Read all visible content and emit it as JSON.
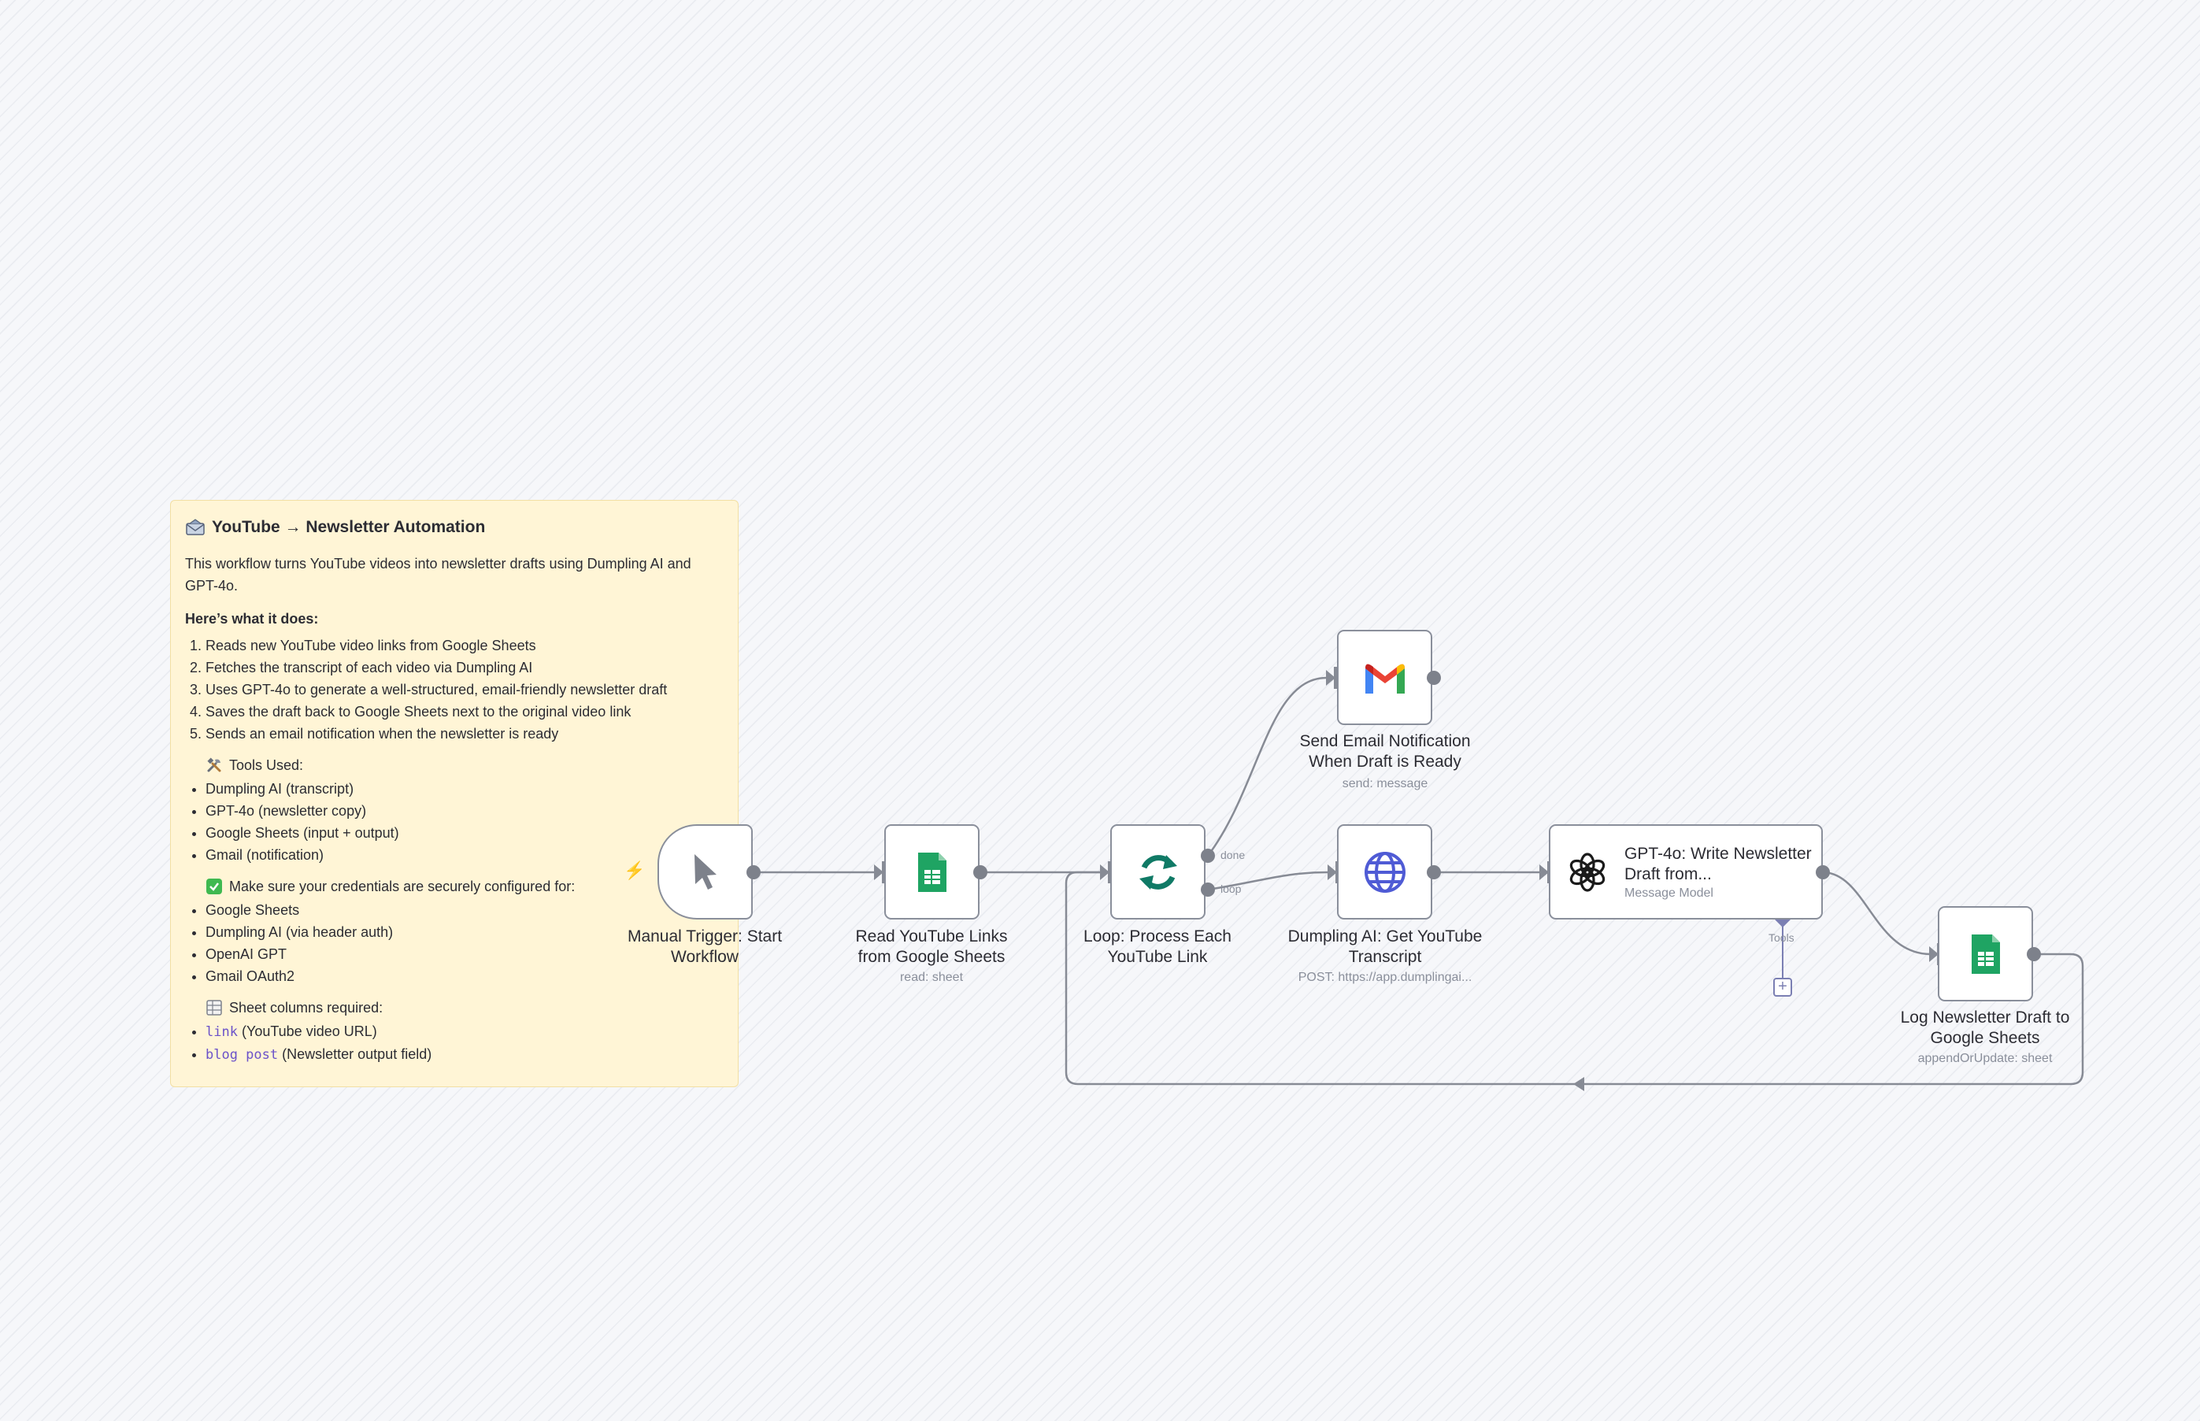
{
  "sticky": {
    "title": "YouTube → Newsletter Automation",
    "intro": "This workflow turns YouTube videos into newsletter drafts using Dumpling AI and GPT-4o.",
    "what_heading": "Here’s what it does:",
    "steps": [
      "Reads new YouTube video links from Google Sheets",
      "Fetches the transcript of each video via Dumpling AI",
      "Uses GPT-4o to generate a well-structured, email-friendly newsletter draft",
      "Saves the draft back to Google Sheets next to the original video link",
      "Sends an email notification when the newsletter is ready"
    ],
    "tools_heading": "Tools Used:",
    "tools": [
      "Dumpling AI (transcript)",
      "GPT-4o (newsletter copy)",
      "Google Sheets (input + output)",
      "Gmail (notification)"
    ],
    "creds_heading": "Make sure your credentials are securely configured for:",
    "creds": [
      "Google Sheets",
      "Dumpling AI (via header auth)",
      "OpenAI GPT",
      "Gmail OAuth2"
    ],
    "columns_heading": "Sheet columns required:",
    "columns": [
      {
        "code": "link",
        "desc": "(YouTube video URL)"
      },
      {
        "code": "blog post",
        "desc": "(Newsletter output field)"
      }
    ]
  },
  "nodes": {
    "trigger": {
      "title": "Manual Trigger: Start Workflow",
      "icon": "cursor-icon"
    },
    "read_sheets": {
      "title": "Read YouTube Links from Google Sheets",
      "subtitle": "read: sheet",
      "icon": "google-sheets-icon"
    },
    "loop": {
      "title": "Loop: Process Each YouTube Link",
      "icon": "refresh-icon",
      "done_label": "done",
      "loop_label": "loop"
    },
    "send_email": {
      "title": "Send Email Notification When Draft is Ready",
      "subtitle": "send: message",
      "icon": "gmail-icon"
    },
    "dumpling": {
      "title": "Dumpling AI: Get YouTube Transcript",
      "subtitle": "POST: https://app.dumplingai...",
      "icon": "globe-icon"
    },
    "gpt": {
      "title": "GPT-4o: Write Newsletter Draft from...",
      "subtitle": "Message Model",
      "icon": "openai-icon",
      "tools_label": "Tools"
    },
    "log_sheets": {
      "title": "Log Newsletter Draft to Google Sheets",
      "subtitle": "appendOrUpdate: sheet",
      "icon": "google-sheets-icon"
    }
  },
  "colors": {
    "accent": "#7b7fb3",
    "sheets_green": "#1fa463",
    "loop_teal": "#107a66",
    "globe_blue": "#4f5bd5",
    "trigger_bolt": "#ff5a4f",
    "sticky_bg": "#fff5d6"
  }
}
